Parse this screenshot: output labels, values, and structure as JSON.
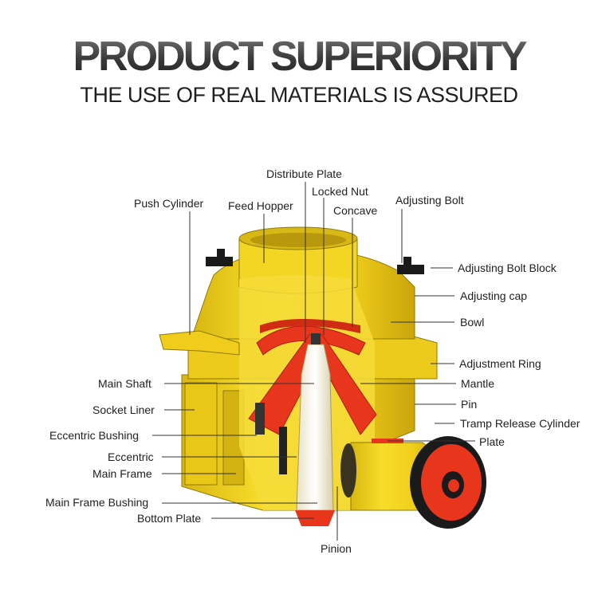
{
  "header": {
    "title": "PRODUCT SUPERIORITY",
    "subtitle": "THE USE OF REAL MATERIALS IS ASSURED"
  },
  "labels": {
    "distribute_plate": "Distribute Plate",
    "locked_nut": "Locked Nut",
    "push_cylinder": "Push Cylinder",
    "feed_hopper": "Feed Hopper",
    "concave": "Concave",
    "adjusting_bolt": "Adjusting Bolt",
    "adjusting_bolt_block": "Adjusting Bolt Block",
    "adjusting_cap": "Adjusting cap",
    "bowl": "Bowl",
    "adjustment_ring": "Adjustment Ring",
    "main_shaft": "Main Shaft",
    "mantle": "Mantle",
    "pin": "Pin",
    "socket_liner": "Socket Liner",
    "tramp_release_cylinder": "Tramp Release Cylinder",
    "eccentric_bushing": "Eccentric Bushing",
    "plate": "Plate",
    "eccentric": "Eccentric",
    "main_frame": "Main Frame",
    "main_frame_bushing": "Main Frame Bushing",
    "bottom_plate": "Bottom Plate",
    "pinion": "Pinion"
  },
  "colors": {
    "body": "#f2d21a",
    "body_shadow": "#c9a80f",
    "dark": "#1a1a1a",
    "liner": "#e8361c",
    "liner_dark": "#a8200e"
  }
}
